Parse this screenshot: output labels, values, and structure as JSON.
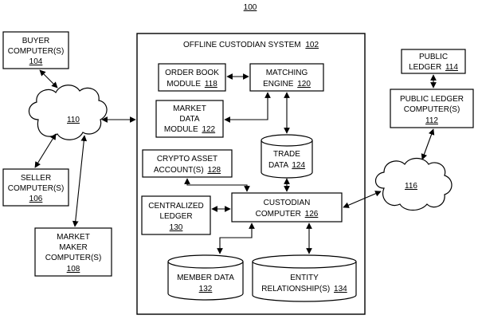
{
  "figure_number": "100",
  "system": {
    "label": "OFFLINE CUSTODIAN SYSTEM",
    "ref": "102"
  },
  "buyer": {
    "line1": "BUYER",
    "line2": "COMPUTER(S)",
    "ref": "104"
  },
  "seller": {
    "line1": "SELLER",
    "line2": "COMPUTER(S)",
    "ref": "106"
  },
  "market_maker": {
    "line1": "MARKET",
    "line2": "MAKER",
    "line3": "COMPUTER(S)",
    "ref": "108"
  },
  "network_left": {
    "ref": "110"
  },
  "network_right": {
    "ref": "116"
  },
  "public_ledger": {
    "line1": "PUBLIC",
    "line2": "LEDGER",
    "ref": "114"
  },
  "public_ledger_computer": {
    "line1": "PUBLIC LEDGER",
    "line2": "COMPUTER(S)",
    "ref": "112"
  },
  "order_book": {
    "line1": "ORDER BOOK",
    "line2": "MODULE",
    "ref": "118"
  },
  "matching_engine": {
    "line1": "MATCHING",
    "line2": "ENGINE",
    "ref": "120"
  },
  "market_data": {
    "line1": "MARKET",
    "line2": "DATA",
    "line3": "MODULE",
    "ref": "122"
  },
  "trade_data": {
    "line1": "TRADE",
    "line2": "DATA",
    "ref": "124"
  },
  "crypto_account": {
    "line1": "CRYPTO ASSET",
    "line2": "ACCOUNT(S)",
    "ref": "128"
  },
  "custodian_computer": {
    "line1": "CUSTODIAN",
    "line2": "COMPUTER",
    "ref": "126"
  },
  "centralized_ledger": {
    "line1": "CENTRALIZED",
    "line2": "LEDGER",
    "ref": "130"
  },
  "member_data": {
    "line1": "MEMBER DATA",
    "ref": "132"
  },
  "entity_relationship": {
    "line1": "ENTITY",
    "line2": "RELATIONSHIP(S)",
    "ref": "134"
  }
}
